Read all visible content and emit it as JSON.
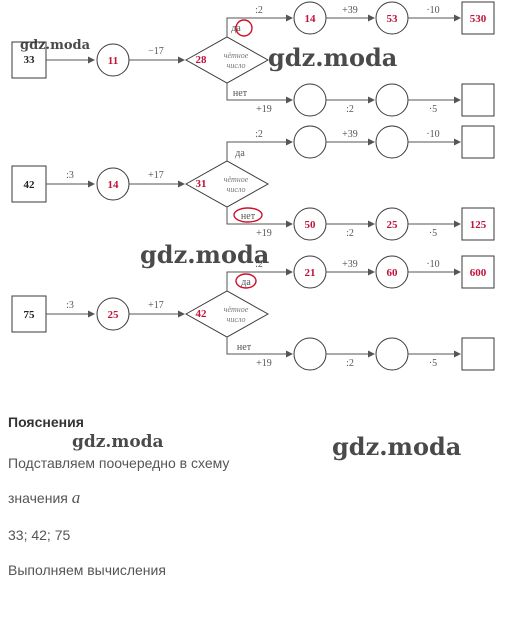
{
  "watermark": "gdz.moda",
  "diagram": {
    "row1": {
      "input": "33",
      "op1": "−17",
      "circle1": "11",
      "diamond_value": "28",
      "diamond_label": [
        "чётное",
        "число"
      ],
      "yes": "да",
      "no": "нет",
      "top_op1": ":2",
      "top_c1": "14",
      "top_op2": "+39",
      "top_c2": "53",
      "top_op3": "·10",
      "top_result": "530",
      "bot_op1": "+19",
      "bot_op2": ":2",
      "bot_op3": "·5"
    },
    "row2": {
      "input": "42",
      "op1": ":3",
      "circle1": "14",
      "op2": "+17",
      "diamond_value": "31",
      "diamond_label": [
        "чётное",
        "число"
      ],
      "yes": "да",
      "no": "нет",
      "top_op1": ":2",
      "top_op2": "+39",
      "top_op3": "·10",
      "bot_op1": "+19",
      "bot_c1": "50",
      "bot_op2": ":2",
      "bot_c2": "25",
      "bot_op3": "·5",
      "bot_result": "125"
    },
    "row3": {
      "input": "75",
      "op1": ":3",
      "circle1": "25",
      "op2": "+17",
      "diamond_value": "42",
      "diamond_label": [
        "чётное",
        "число"
      ],
      "yes": "да",
      "no": "нет",
      "top_op1": ":2",
      "top_c1": "21",
      "top_op2": "+39",
      "top_c2": "60",
      "top_op3": "·10",
      "top_result": "600",
      "bot_op1": "+19",
      "bot_op2": ":2",
      "bot_op3": "·5"
    }
  },
  "explanation": {
    "heading": "Пояснения",
    "line1": "Подставляем поочередно в схему",
    "line2_prefix": "значения",
    "line2_var": "a",
    "line3": "33; 42; 75",
    "line4": "Выполняем вычисления"
  }
}
